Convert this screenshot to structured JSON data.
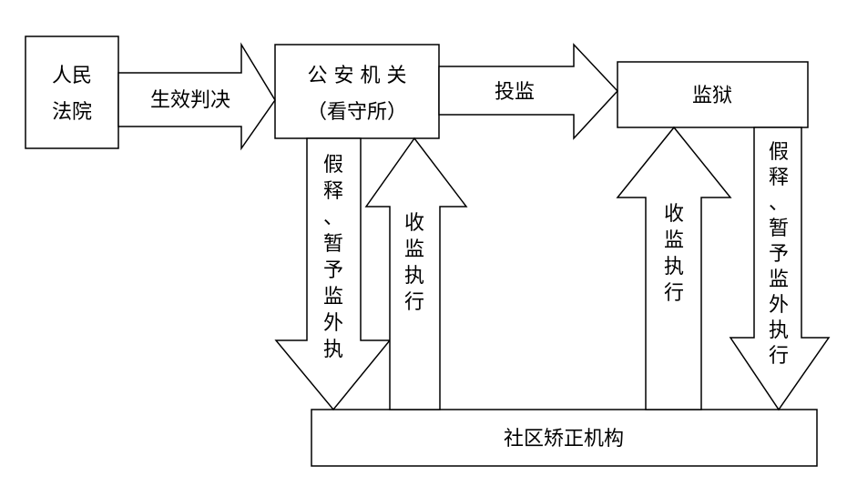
{
  "nodes": {
    "court_line1": "人民",
    "court_line2": "法院",
    "police_line1": "公 安 机 关",
    "police_line2": "（看守所）",
    "prison": "监狱",
    "community": "社区矫正机构"
  },
  "edges": {
    "judgment": "生效判决",
    "imprison": "投监",
    "parole_left": [
      "假",
      "释",
      "、",
      "暂",
      "予",
      "监",
      "外",
      "执"
    ],
    "custody_left": [
      "收",
      "监",
      "执",
      "行"
    ],
    "custody_right": [
      "收",
      "监",
      "执",
      "行"
    ],
    "parole_right": [
      "假",
      "释",
      "、",
      "暂",
      "予",
      "监",
      "外",
      "执",
      "行"
    ]
  }
}
